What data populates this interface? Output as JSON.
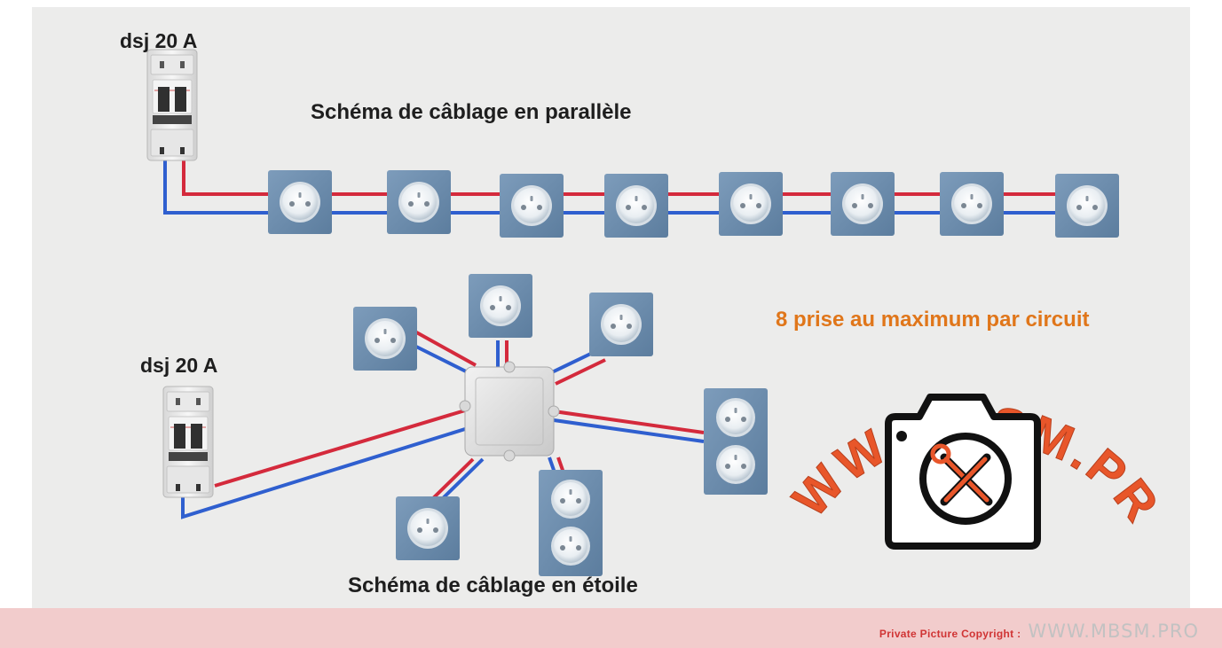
{
  "diagram": {
    "top_label": "dsj 20 A",
    "bottom_label": "dsj 20 A",
    "parallel_title": "Schéma de câblage en parallèle",
    "star_title": "Schéma de câblage en étoile",
    "max_note": "8 prise au maximum par circuit",
    "watermark_text": "WWW.MBSM.PRO"
  },
  "footer": {
    "copyright_label": "Private Picture Copyright :",
    "site": "WWW.MBSM.PRO"
  },
  "colors": {
    "live_wire": "#d42a3c",
    "neutral_wire": "#2f5fcf",
    "socket_plate": "#6f8fae",
    "note_orange": "#e0761a",
    "watermark_red": "#e8562a",
    "footer_band": "#f2cccc"
  },
  "icons": [
    "circuit-breaker-icon",
    "socket-icon",
    "junction-box-icon",
    "camera-logo-icon",
    "tools-icon"
  ]
}
